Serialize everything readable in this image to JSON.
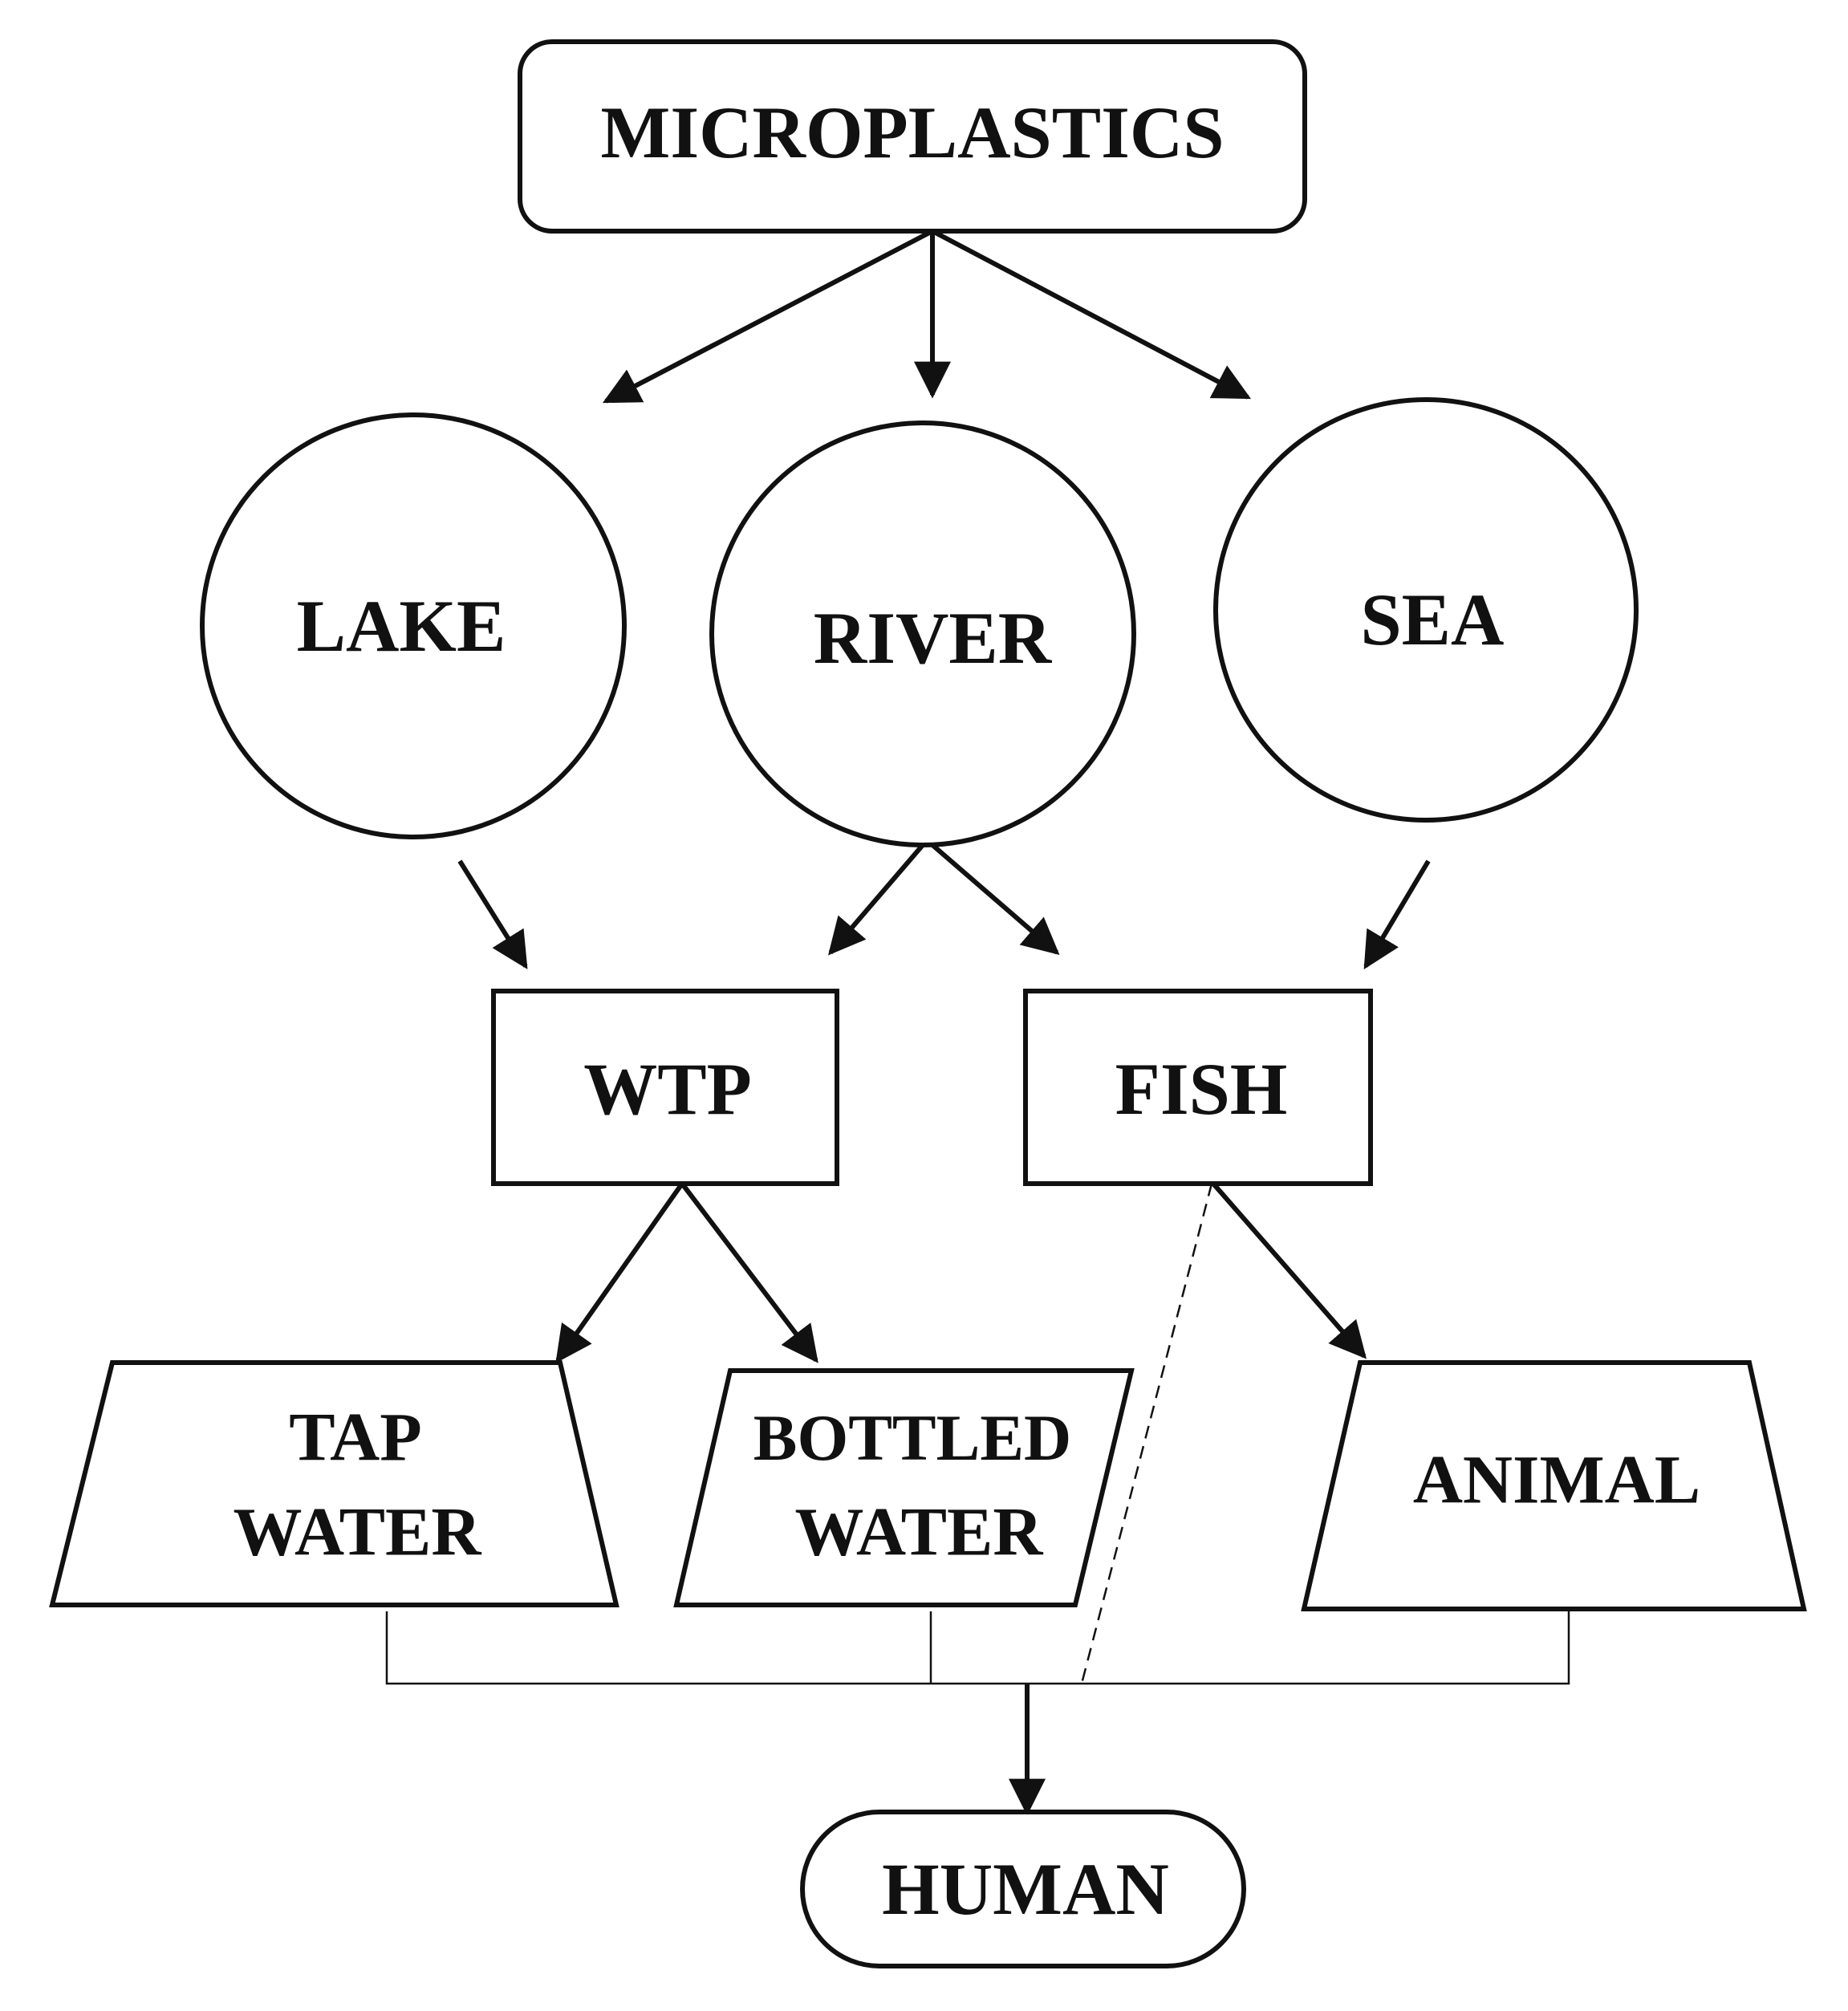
{
  "nodes": {
    "microplastics": "MICROPLASTICS",
    "lake": "LAKE",
    "river": "RIVER",
    "sea": "SEA",
    "wtp": "WTP",
    "fish": "FISH",
    "tap_water": [
      "TAP",
      "WATER"
    ],
    "bottled_water": [
      "BOTTLED",
      "WATER"
    ],
    "animal": "ANIMAL",
    "human": "HUMAN"
  },
  "edges": [
    {
      "from": "microplastics",
      "to": "lake",
      "style": "arrow"
    },
    {
      "from": "microplastics",
      "to": "river",
      "style": "arrow"
    },
    {
      "from": "microplastics",
      "to": "sea",
      "style": "arrow"
    },
    {
      "from": "lake",
      "to": "wtp",
      "style": "arrow"
    },
    {
      "from": "river",
      "to": "wtp",
      "style": "arrow"
    },
    {
      "from": "river",
      "to": "fish",
      "style": "arrow"
    },
    {
      "from": "sea",
      "to": "fish",
      "style": "arrow"
    },
    {
      "from": "wtp",
      "to": "tap_water",
      "style": "arrow"
    },
    {
      "from": "wtp",
      "to": "bottled_water",
      "style": "arrow"
    },
    {
      "from": "fish",
      "to": "animal",
      "style": "arrow"
    },
    {
      "from": "fish",
      "to": "human",
      "style": "dashed"
    },
    {
      "from": "tap_water",
      "to": "human",
      "style": "bracket"
    },
    {
      "from": "bottled_water",
      "to": "human",
      "style": "bracket"
    },
    {
      "from": "animal",
      "to": "human",
      "style": "bracket"
    }
  ]
}
